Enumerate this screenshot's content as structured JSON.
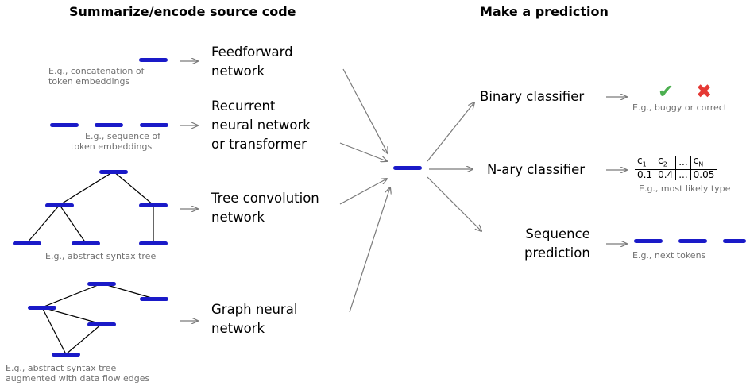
{
  "headings": {
    "left": "Summarize/encode source code",
    "right": "Make a prediction"
  },
  "encoders": {
    "feedforward": {
      "label_l1": "Feedforward",
      "label_l2": "network",
      "note_l1": "E.g., concatenation of",
      "note_l2": "token embeddings"
    },
    "recurrent": {
      "label_l1": "Recurrent",
      "label_l2": "neural network",
      "label_l3": "or transformer",
      "note_l1": "E.g., sequence of",
      "note_l2": "token embeddings"
    },
    "tree": {
      "label_l1": "Tree convolution",
      "label_l2": "network",
      "note": "E.g., abstract syntax tree"
    },
    "graph": {
      "label_l1": "Graph neural",
      "label_l2": "network",
      "note_l1": "E.g., abstract syntax tree",
      "note_l2": "augmented with data flow edges"
    }
  },
  "predictors": {
    "binary": {
      "label": "Binary classifier",
      "note": "E.g., buggy or correct",
      "correct_glyph": "✔",
      "buggy_glyph": "✖"
    },
    "nary": {
      "label": "N-ary classifier",
      "note": "E.g., most likely type",
      "headers": [
        "c",
        "c",
        "...",
        "c"
      ],
      "subscripts": [
        "1",
        "2",
        "",
        "N"
      ],
      "values": [
        "0.1",
        "0.4",
        "...",
        "0.05"
      ]
    },
    "sequence": {
      "label_l1": "Sequence",
      "label_l2": "prediction",
      "note": "E.g., next tokens"
    }
  },
  "colors": {
    "embedding": "#1a1ac8",
    "arrow": "#7a7a7a",
    "check": "#4caf50",
    "cross": "#e53935",
    "note": "#707070"
  },
  "icons": [
    "arrow-right-icon",
    "check-icon",
    "cross-icon",
    "embedding-vector-icon"
  ]
}
